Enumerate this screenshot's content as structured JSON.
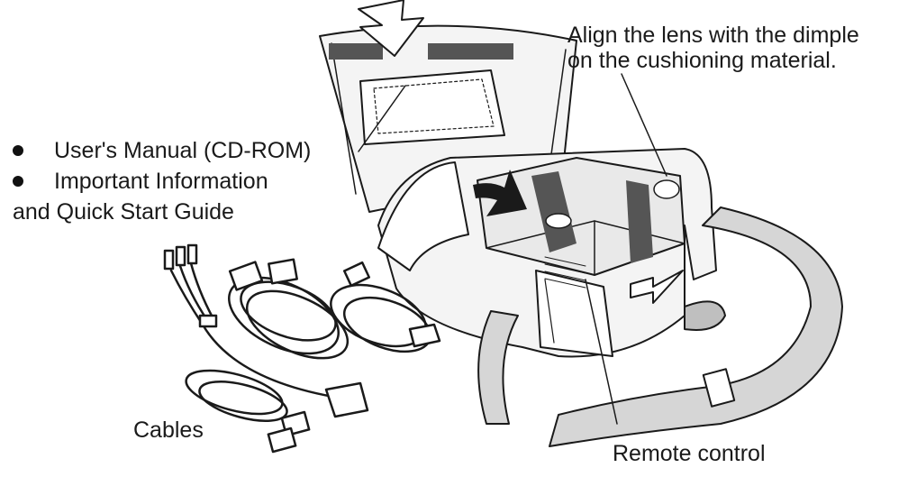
{
  "labels": {
    "lens_line1": "Align the lens with the dimple",
    "lens_line2": "on the cushioning material.",
    "manual": "User's Manual (CD-ROM)",
    "important_line1": "Important Information",
    "important_line2": "and Quick Start Guide",
    "cables": "Cables",
    "remote": "Remote control"
  },
  "colors": {
    "line": "#1a1a1a",
    "bag_fill": "#f4f4f4",
    "projector_fill": "#e9e9e9",
    "strap_fill": "#d6d6d6",
    "velcro": "#555555"
  }
}
